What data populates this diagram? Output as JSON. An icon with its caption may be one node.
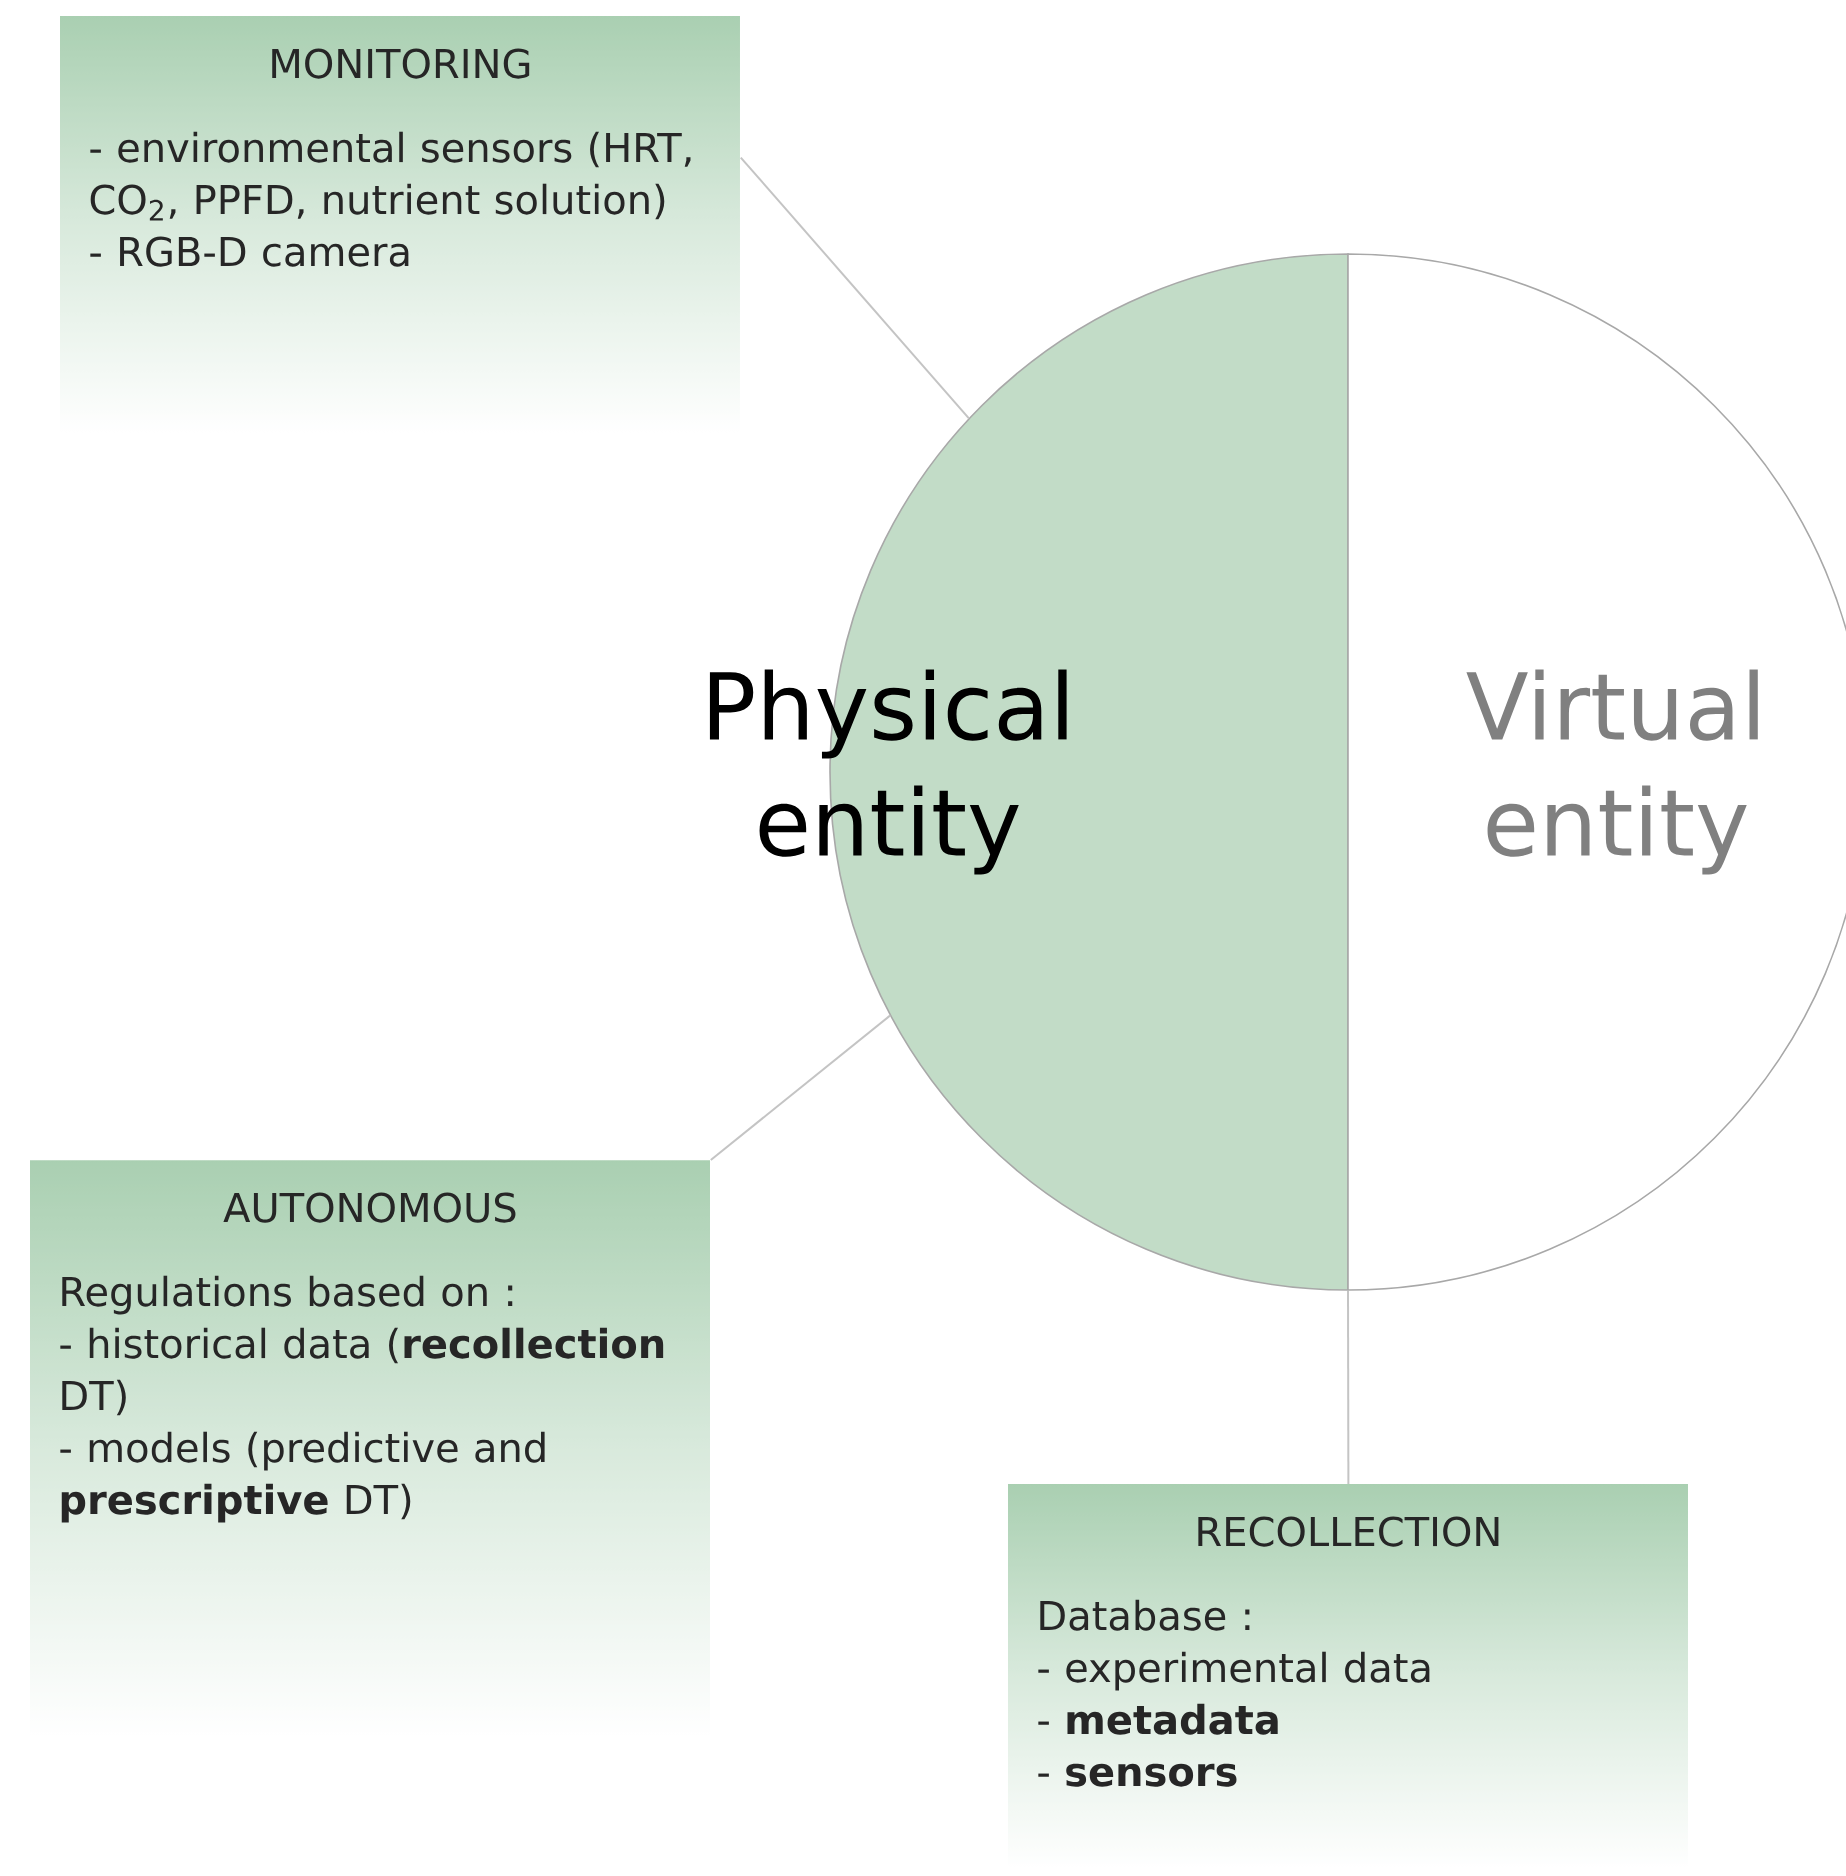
{
  "diagram": {
    "nodes": [
      {
        "text": [
          "Physical entity"
        ]
      },
      {
        "text": [
          "Virtual entity"
        ]
      },
      {
        "text": [
          "MONITORING",
          "- environmental sensors (HRT, CO$_{2}$, PPFD, nutrient solution)",
          "- RGB-D camera"
        ]
      },
      {
        "text": [
          "AUTONOMOUS",
          "Regulations based on :",
          "- historical data (**recollection** DT)",
          "- models (predictive and **prescriptive** DT)"
        ]
      },
      {
        "text": [
          "RECOLLECTION",
          "Database :",
          "- experimental data",
          "- **metadata**",
          "- **sensors**"
        ]
      }
    ],
    "edges": [
      {
        "from": 2,
        "to": 0,
        "arrow": "none"
      },
      {
        "from": 3,
        "to": 0,
        "arrow": "none"
      },
      {
        "from": 4,
        "to": 0,
        "arrow": "none"
      }
    ]
  }
}
